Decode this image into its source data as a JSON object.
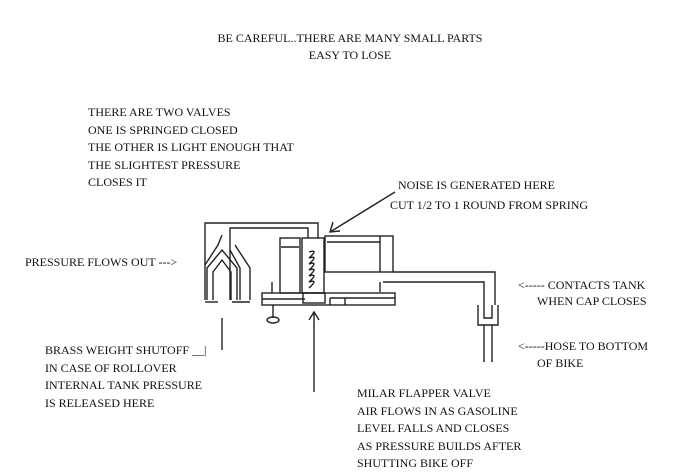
{
  "header": {
    "line1": "BE CAREFUL..THERE ARE MANY SMALL PARTS",
    "line2": "EASY TO LOSE"
  },
  "valves_note": [
    "THERE ARE TWO VALVES",
    "ONE IS SPRINGED CLOSED",
    "THE OTHER IS LIGHT ENOUGH THAT",
    "THE SLIGHTEST PRESSURE",
    "CLOSES IT"
  ],
  "noise_note": [
    "NOISE IS GENERATED HERE",
    "CUT 1/2 TO 1 ROUND FROM SPRING"
  ],
  "pressure_out": "PRESSURE FLOWS OUT --->",
  "contacts_note": [
    "<----- CONTACTS TANK",
    "WHEN CAP CLOSES"
  ],
  "hose_note": [
    "<-----HOSE TO BOTTOM",
    "OF BIKE"
  ],
  "brass_note": [
    "BRASS WEIGHT SHUTOFF __|",
    "IN CASE OF ROLLOVER",
    "INTERNAL TANK PRESSURE",
    "IS RELEASED HERE"
  ],
  "milar_note": [
    "MILAR FLAPPER VALVE",
    "AIR FLOWS IN AS GASOLINE",
    "LEVEL FALLS AND CLOSES",
    "AS PRESSURE BUILDS AFTER",
    "SHUTTING BIKE OFF"
  ]
}
